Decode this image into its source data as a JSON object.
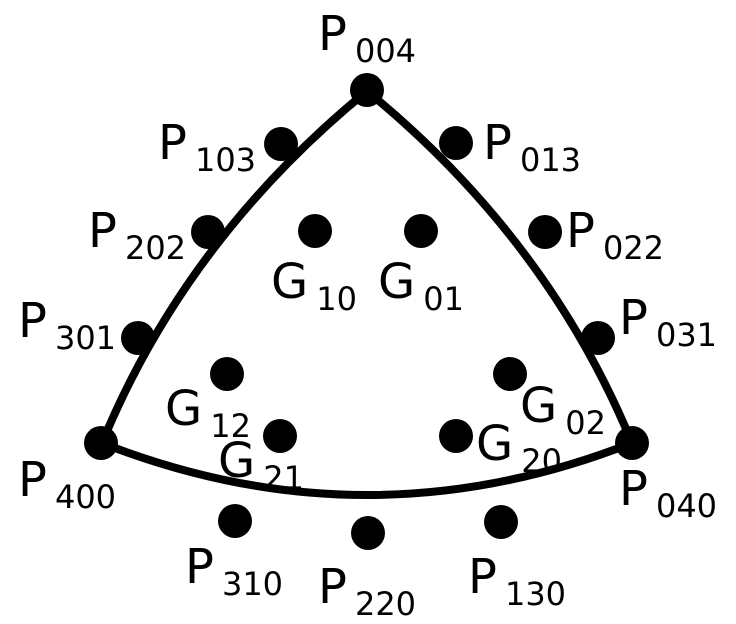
{
  "colors": {
    "stroke": "#000000",
    "dot": "#000000",
    "background": "#ffffff"
  },
  "points": [
    {
      "id": "p004",
      "letter": "P",
      "sub": "004"
    },
    {
      "id": "p103",
      "letter": "P",
      "sub": "103"
    },
    {
      "id": "p013",
      "letter": "P",
      "sub": "013"
    },
    {
      "id": "p202",
      "letter": "P",
      "sub": "202"
    },
    {
      "id": "p022",
      "letter": "P",
      "sub": "022"
    },
    {
      "id": "p301",
      "letter": "P",
      "sub": "301"
    },
    {
      "id": "p031",
      "letter": "P",
      "sub": "031"
    },
    {
      "id": "p400",
      "letter": "P",
      "sub": "400"
    },
    {
      "id": "p040",
      "letter": "P",
      "sub": "040"
    },
    {
      "id": "p310",
      "letter": "P",
      "sub": "310"
    },
    {
      "id": "p220",
      "letter": "P",
      "sub": "220"
    },
    {
      "id": "p130",
      "letter": "P",
      "sub": "130"
    },
    {
      "id": "g10",
      "letter": "G",
      "sub": "10"
    },
    {
      "id": "g01",
      "letter": "G",
      "sub": "01"
    },
    {
      "id": "g12",
      "letter": "G",
      "sub": "12"
    },
    {
      "id": "g21",
      "letter": "G",
      "sub": "21"
    },
    {
      "id": "g02",
      "letter": "G",
      "sub": "02"
    },
    {
      "id": "g20",
      "letter": "G",
      "sub": "20"
    }
  ]
}
